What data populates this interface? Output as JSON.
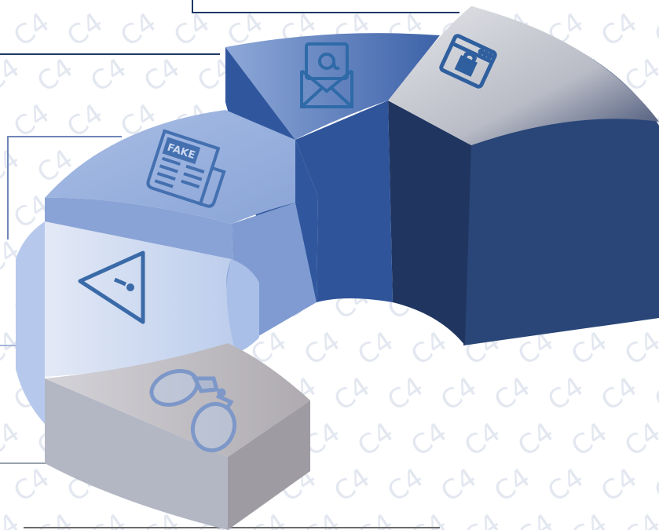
{
  "watermark": {
    "text": "C4",
    "color": "#e3e7f0"
  },
  "diagram": {
    "segments": [
      {
        "id": "web-lock",
        "icon": "browser-lock-icon",
        "top": "#c3c6cf",
        "side": "#203661",
        "outer": "#243f72"
      },
      {
        "id": "email",
        "icon": "email-at-icon",
        "top": "#5878b8",
        "side": "#2f549a",
        "outer": "#30579e"
      },
      {
        "id": "fake-news",
        "icon": "fake-news-icon",
        "top": "#a6bce6",
        "side": "#8ea8da",
        "outer": "#8aa3d6"
      },
      {
        "id": "warning",
        "icon": "warning-icon",
        "top": "#d6e0f4",
        "side": "#a9bfe8",
        "outer": "#b6c9ec"
      },
      {
        "id": "arrest",
        "icon": "handcuffs-icon",
        "top": "#bfbcc2",
        "side": "#9e9ca2",
        "outer": "#b3b7c4"
      }
    ],
    "icon_color": "#3a6aa8",
    "connector_color": "#1f3864"
  }
}
